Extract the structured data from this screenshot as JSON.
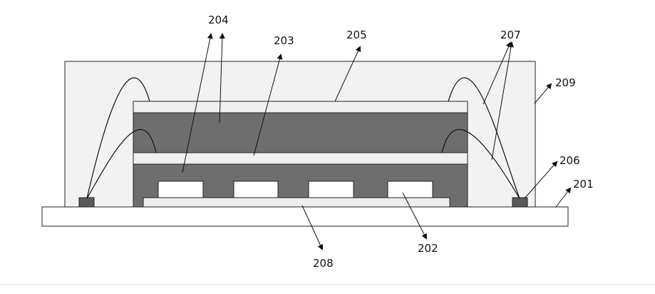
{
  "diagram": {
    "labels": {
      "l201": "201",
      "l202": "202",
      "l203": "203",
      "l204": "204",
      "l205": "205",
      "l206": "206",
      "l207": "207",
      "l208": "208",
      "l209": "209"
    },
    "colors": {
      "mold": "#f2f2f2",
      "substrate": "#ffffff",
      "die": "#6e6e6e",
      "spacer": "#f0f0f0",
      "pad": "#5a5a5a",
      "chip": "#ffffff",
      "wire": "#111111"
    }
  }
}
